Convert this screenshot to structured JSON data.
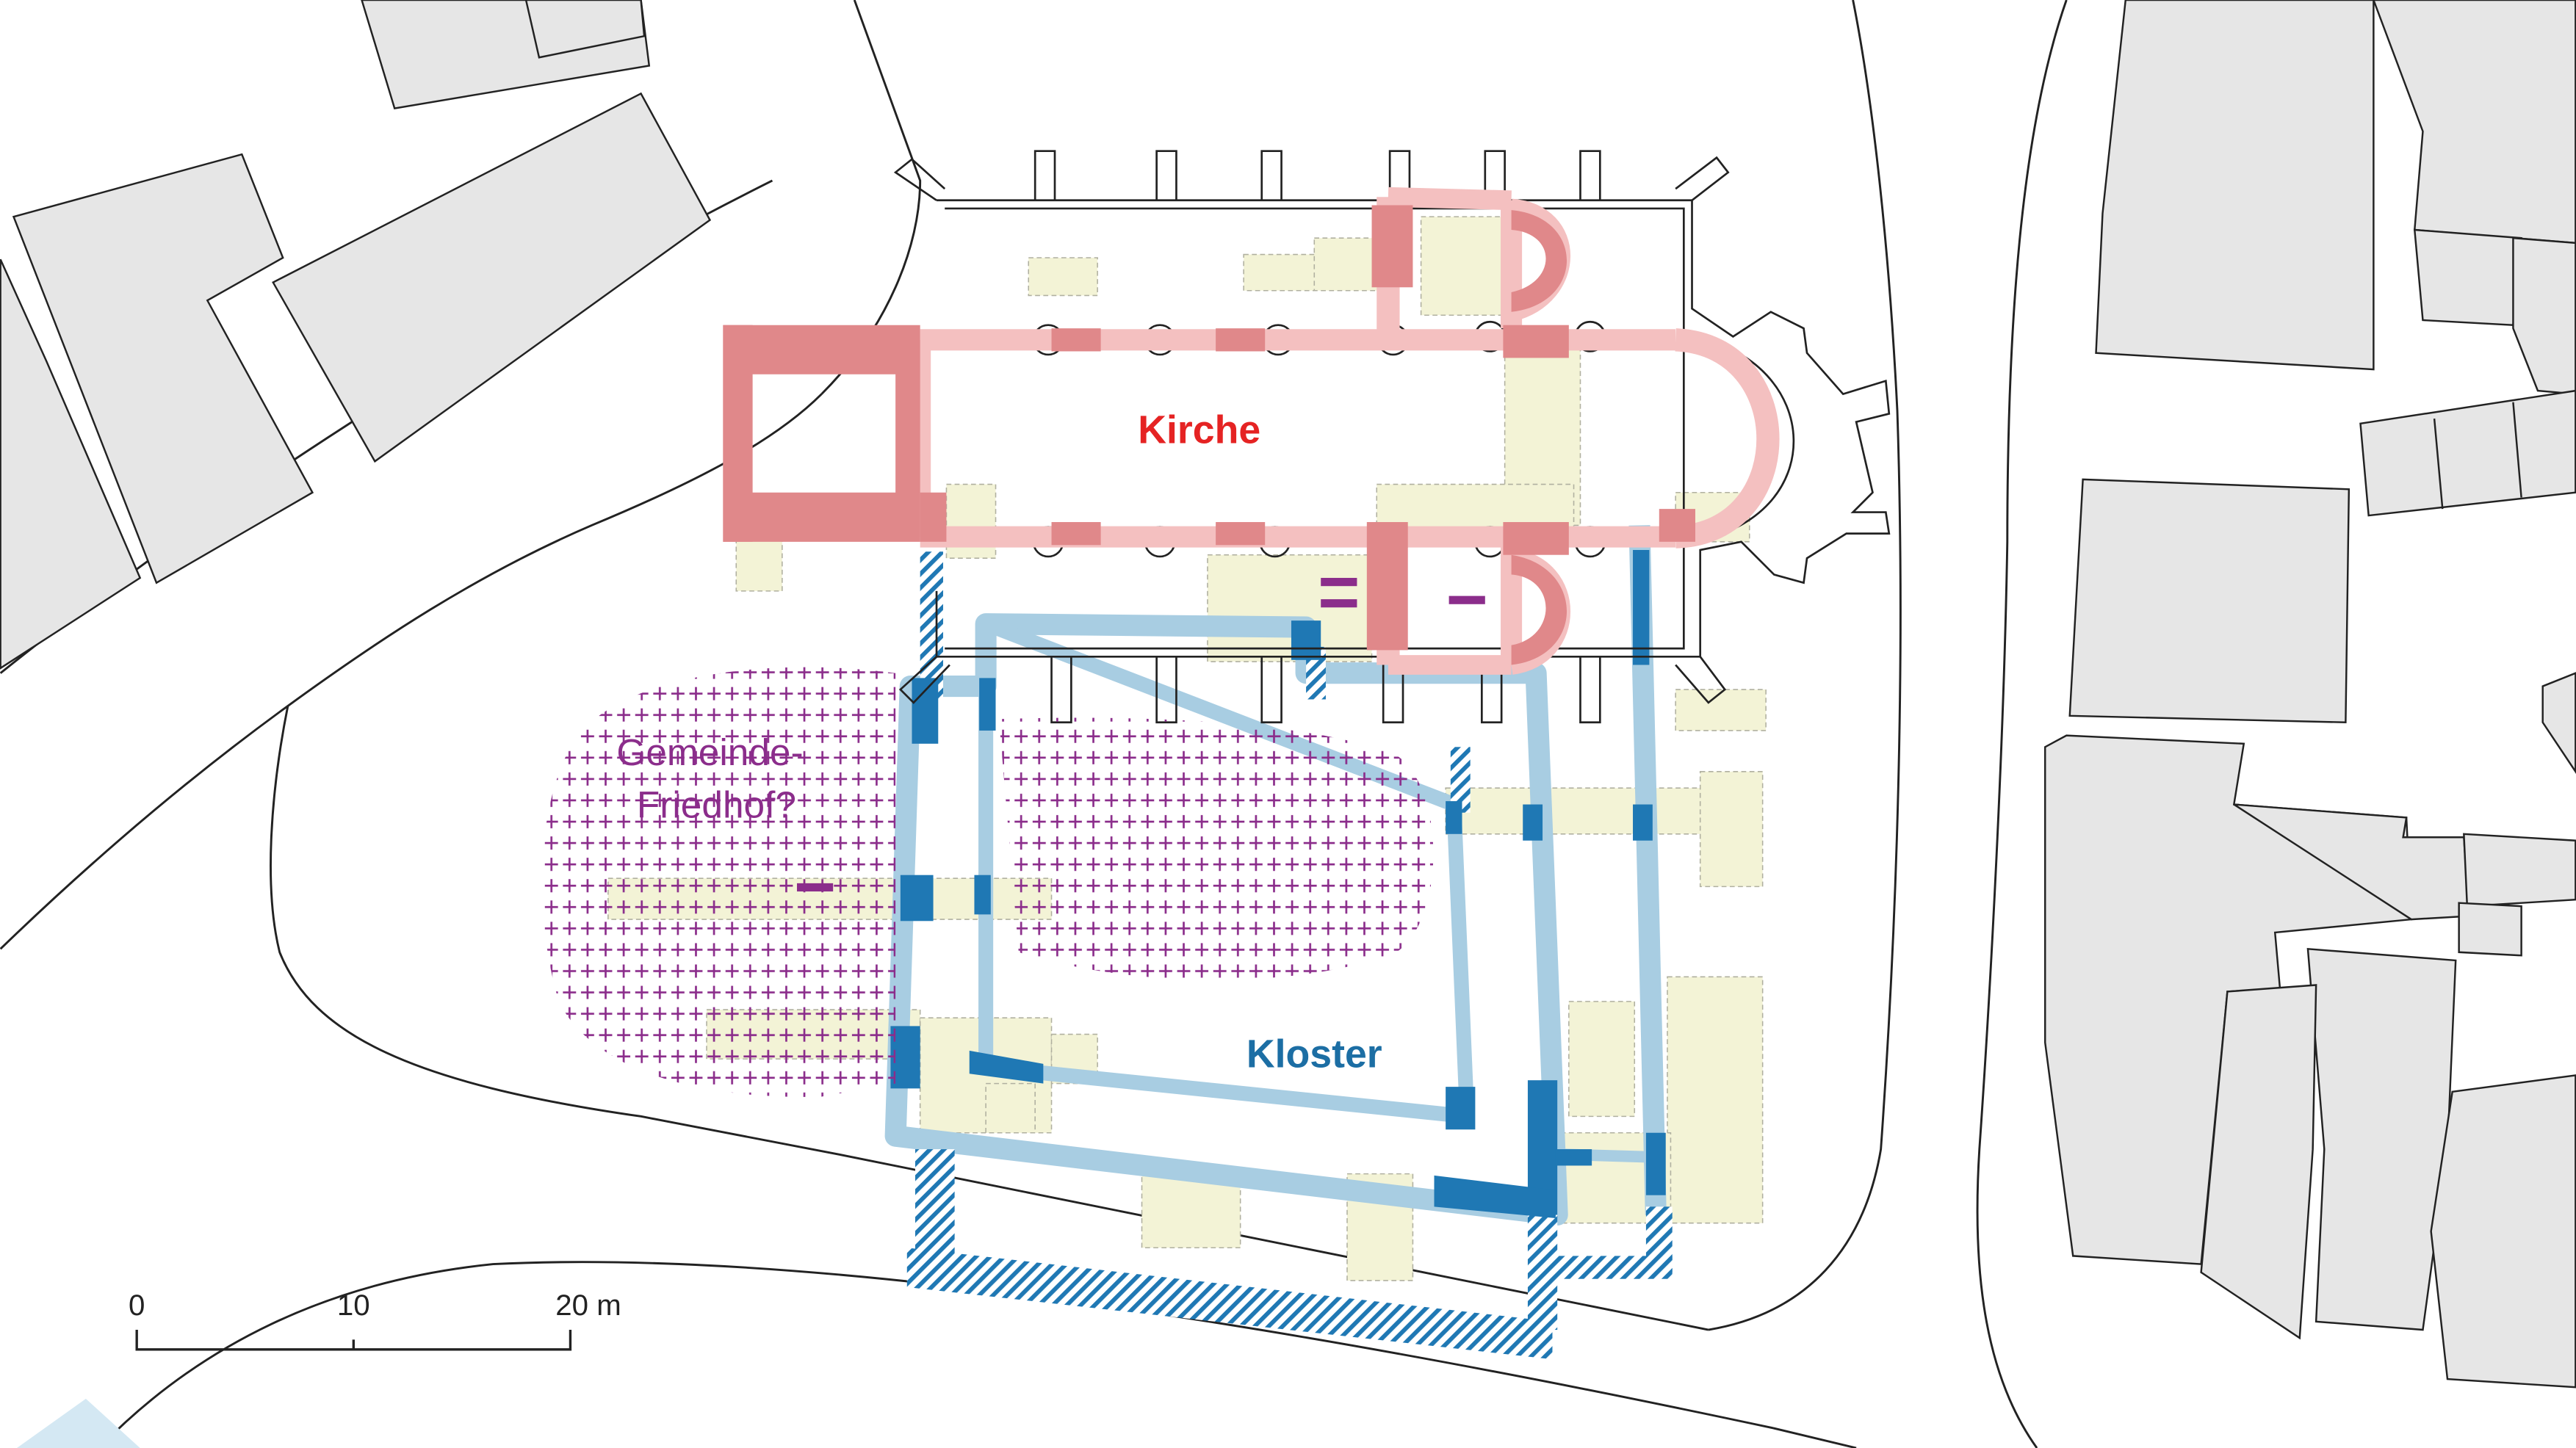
{
  "labels": {
    "church": "Kirche",
    "cemetery_line1": "Gemeinde-",
    "cemetery_line2": "Friedhof?",
    "monastery": "Kloster"
  },
  "scale_bar": {
    "ticks": [
      "0",
      "10",
      "20 m"
    ]
  },
  "colors": {
    "church_phase1": "#f4c0c0",
    "church_phase2": "#e0888a",
    "church_label": "#e52323",
    "cloister_light": "#a8cde2",
    "cloister_dark": "#1f78b4",
    "cloister_label": "#1c6ea4",
    "cemetery": "#8b2d8b",
    "excavation": "#f3f3d6",
    "building_fill": "#e6e6e6",
    "outline": "#222222"
  }
}
